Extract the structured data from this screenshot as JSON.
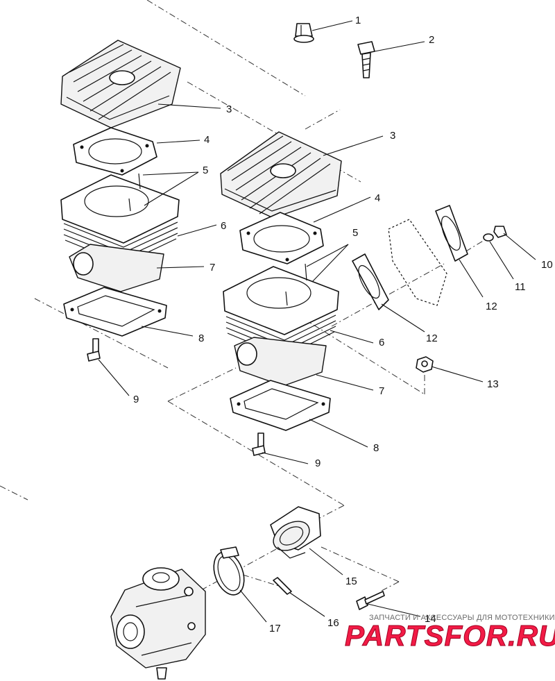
{
  "callouts": {
    "c1": "1",
    "c2": "2",
    "c3a": "3",
    "c3b": "3",
    "c4a": "4",
    "c4b": "4",
    "c5a": "5",
    "c5b": "5",
    "c6a": "6",
    "c6b": "6",
    "c7a": "7",
    "c7b": "7",
    "c8a": "8",
    "c8b": "8",
    "c9a": "9",
    "c9b": "9",
    "c10": "10",
    "c11": "11",
    "c12a": "12",
    "c12b": "12",
    "c13": "13",
    "c14": "14",
    "c15": "15",
    "c16": "16",
    "c17": "17"
  },
  "watermark": {
    "tagline": "ЗАПЧАСТИ И АКСЕССУАРЫ ДЛЯ МОТОТЕХНИКИ",
    "brand": "PARTSFOR.RU",
    "brand_color": "#f21b46"
  }
}
